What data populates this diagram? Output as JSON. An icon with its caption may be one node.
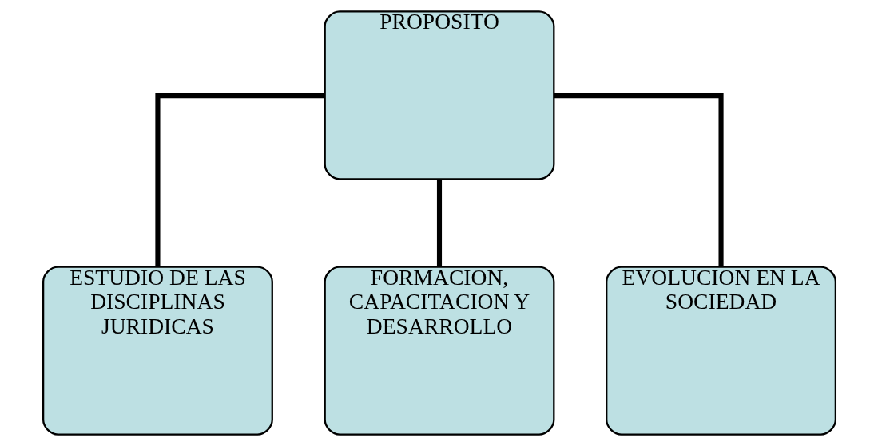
{
  "diagram": {
    "nodes": [
      {
        "text": [
          "PROPOSITO"
        ]
      },
      {
        "text": [
          "ESTUDIO DE LAS DISCIPLINAS JURIDICAS"
        ]
      },
      {
        "text": [
          "FORMACION, CAPACITACION Y DESARROLLO"
        ]
      },
      {
        "text": [
          "EVOLUCION EN LA SOCIEDAD"
        ]
      }
    ],
    "edges": [
      {
        "from": 0,
        "to": 1,
        "arrow": "none"
      },
      {
        "from": 0,
        "to": 2,
        "arrow": "none"
      },
      {
        "from": 0,
        "to": 3,
        "arrow": "none"
      }
    ]
  }
}
